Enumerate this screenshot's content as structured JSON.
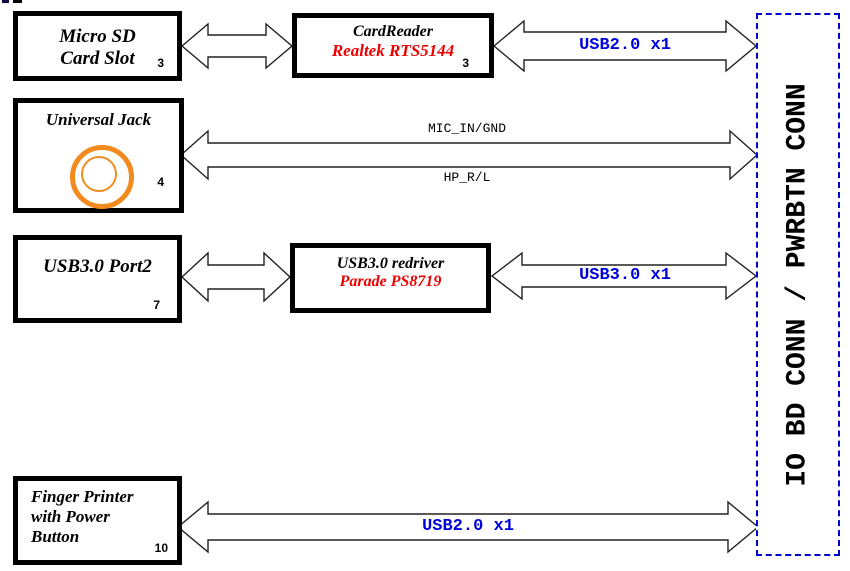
{
  "diagram": {
    "boxes": {
      "micro_sd": {
        "line1": "Micro SD",
        "line2": "Card Slot",
        "num": "3"
      },
      "universal_jack": {
        "label": "Universal Jack",
        "num": "4"
      },
      "usb3_port2": {
        "label": "USB3.0 Port2",
        "num": "7"
      },
      "finger_printer": {
        "line1": "Finger Printer",
        "line2": "with Power",
        "line3": "Button",
        "num": "10"
      },
      "cardreader": {
        "title": "CardReader",
        "chip": "Realtek RTS5144",
        "num": "3"
      },
      "usb3_redriver": {
        "title": "USB3.0 redriver",
        "chip": "Parade PS8719"
      }
    },
    "connector": {
      "label": "IO BD CONN / PWRBTN CONN"
    },
    "buses": {
      "usb2_top": "USB2.0 x1",
      "mic_in": "MIC_IN/GND",
      "hp": "HP_R/L",
      "usb3": "USB3.0 x1",
      "usb2_bottom": "USB2.0 x1"
    },
    "colors": {
      "chip_text": "#ee0000",
      "bus_text": "#0000dd",
      "connector_border": "#0000cc",
      "jack_ring": "#f28a1e"
    }
  }
}
